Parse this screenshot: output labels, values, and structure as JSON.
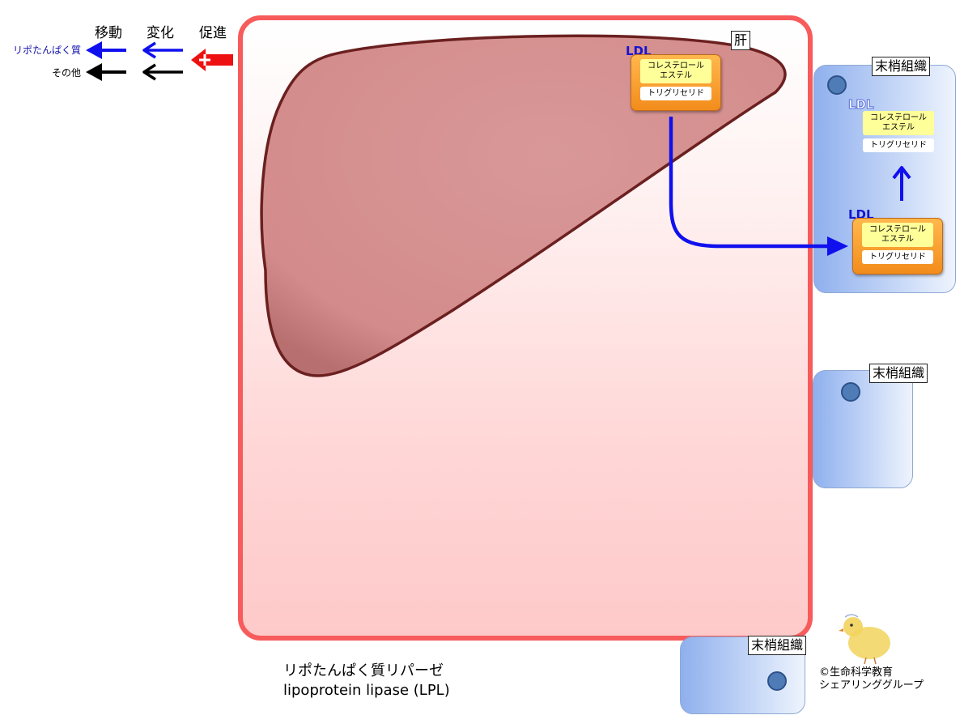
{
  "legend": {
    "headers": [
      "移動",
      "変化",
      "促進"
    ],
    "rows": [
      {
        "label": "リポたんぱく質",
        "color": "#1010ee"
      },
      {
        "label": "その他",
        "color": "#000000"
      }
    ],
    "promote_color": "#ee1111"
  },
  "liver": {
    "label": "肝"
  },
  "tissues": [
    {
      "label": "末梢組織"
    },
    {
      "label": "末梢組織"
    },
    {
      "label": "末梢組織"
    }
  ],
  "ldl": {
    "name": "LDL",
    "ester_line1": "コレステロール",
    "ester_line2": "エステル",
    "tg": "トリグリセリド"
  },
  "caption": {
    "line1": "リポたんぱく質リパーゼ",
    "line2": "lipoprotein lipase (LPL)"
  },
  "credit": {
    "line1": "©生命科学教育",
    "line2": "シェアリンググループ"
  },
  "colors": {
    "frame": "#f75b5b",
    "liver_fill": "#d69090",
    "liver_stroke": "#6b2020",
    "move_arrow": "#1010ee"
  }
}
